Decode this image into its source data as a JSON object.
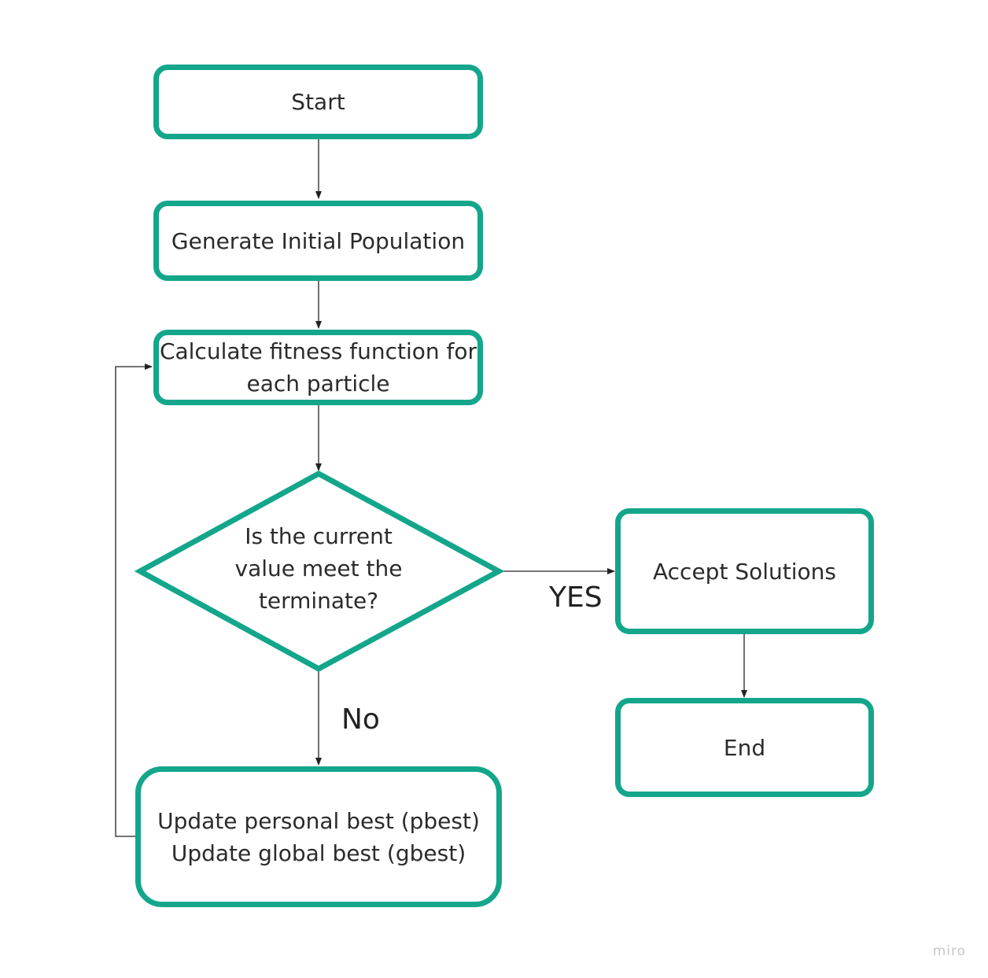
{
  "colors": {
    "node_border": "#14a68b",
    "connector": "#222222",
    "text": "#2b2b2b",
    "watermark": "#c7c7c7"
  },
  "nodes": {
    "start": "Start",
    "generate": "Generate Initial Population",
    "calculate": "Calculate fitness function for\neach particle",
    "decision": "Is the current\nvalue meet the\nterminate?",
    "accept": "Accept Solutions",
    "end": "End",
    "update": "Update personal best (pbest)\nUpdate global best (gbest)"
  },
  "edge_labels": {
    "yes": "YES",
    "no": "No"
  },
  "watermark": "miro"
}
